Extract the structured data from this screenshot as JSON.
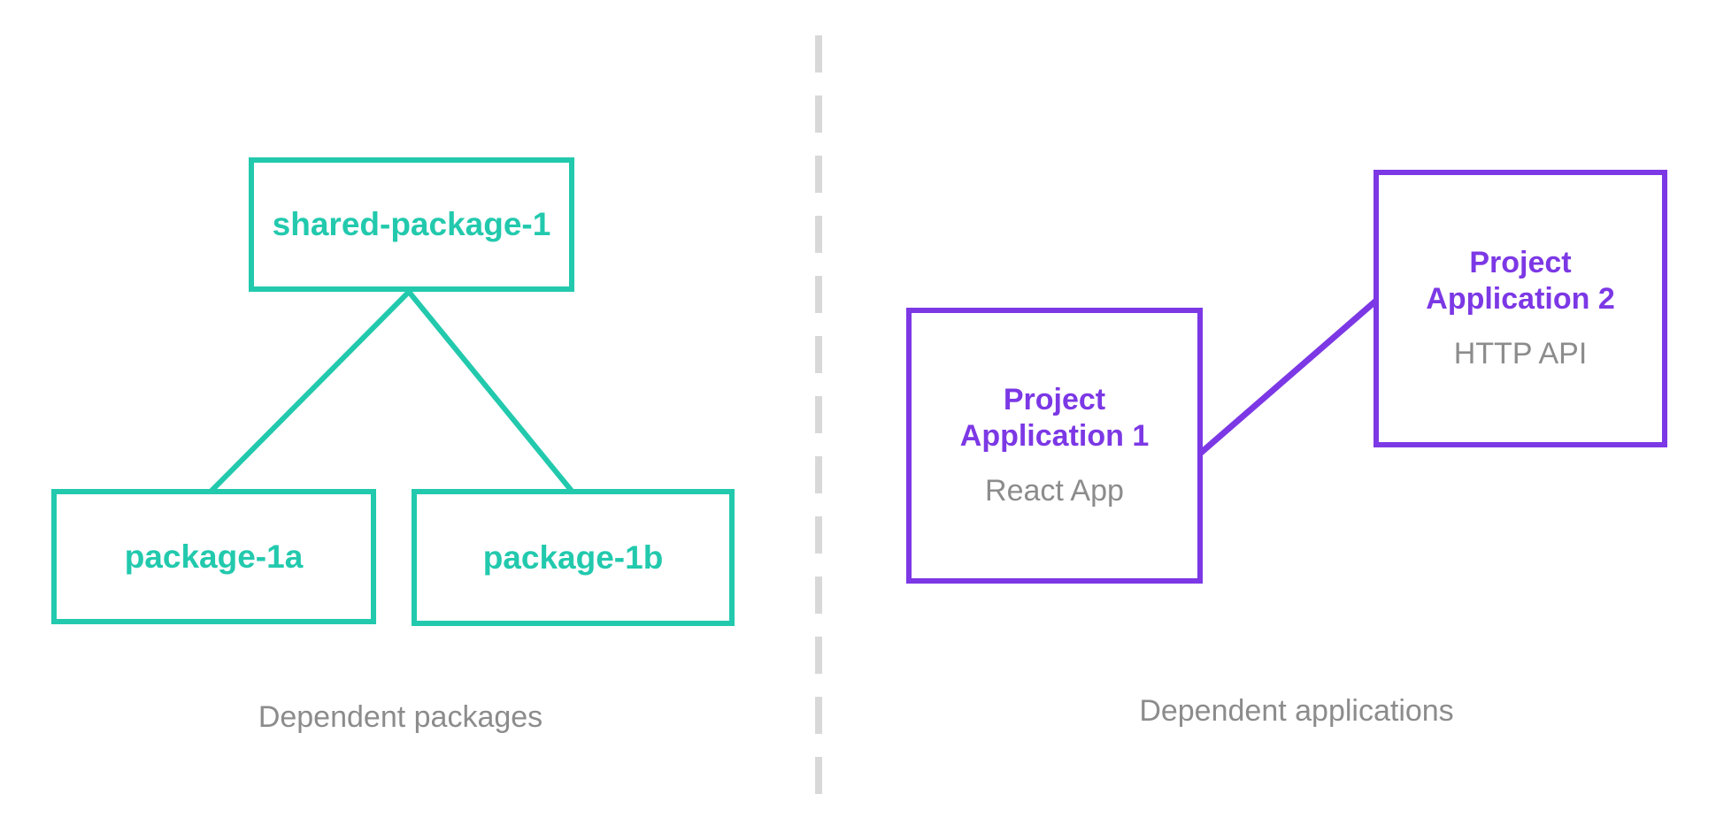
{
  "diagram": {
    "background_color": "#ffffff",
    "package_color": "#22c9ad",
    "application_color": "#7c38e5",
    "muted_color": "#8c8c8c",
    "divider_color": "#d8d8d8"
  },
  "left_panel": {
    "caption": "Dependent packages",
    "nodes": [
      {
        "id": "shared-package-1",
        "label": "shared-package-1"
      },
      {
        "id": "package-1a",
        "label": "package-1a"
      },
      {
        "id": "package-1b",
        "label": "package-1b"
      }
    ]
  },
  "right_panel": {
    "caption": "Dependent applications",
    "nodes": [
      {
        "id": "project-application-1",
        "title": "Project\nApplication 1",
        "subtitle": "React App"
      },
      {
        "id": "project-application-2",
        "title": "Project\nApplication 2",
        "subtitle": "HTTP API"
      }
    ]
  }
}
